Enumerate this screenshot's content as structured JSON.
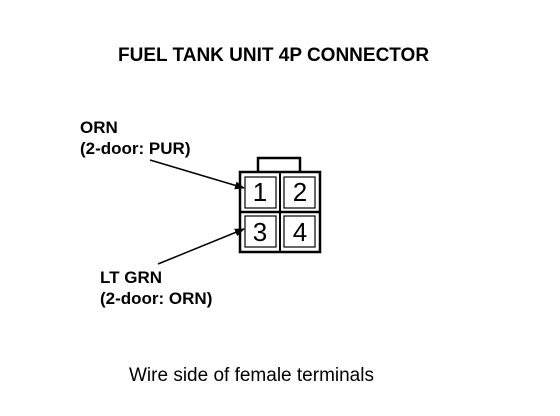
{
  "title": "FUEL TANK UNIT 4P CONNECTOR",
  "connector": {
    "pins": [
      "1",
      "2",
      "3",
      "4"
    ]
  },
  "wires": [
    {
      "color": "ORN",
      "note": "(2-door: PUR)",
      "pin": "1"
    },
    {
      "color": "LT GRN",
      "note": "(2-door: ORN)",
      "pin": "3"
    }
  ],
  "caption": "Wire side of female terminals"
}
